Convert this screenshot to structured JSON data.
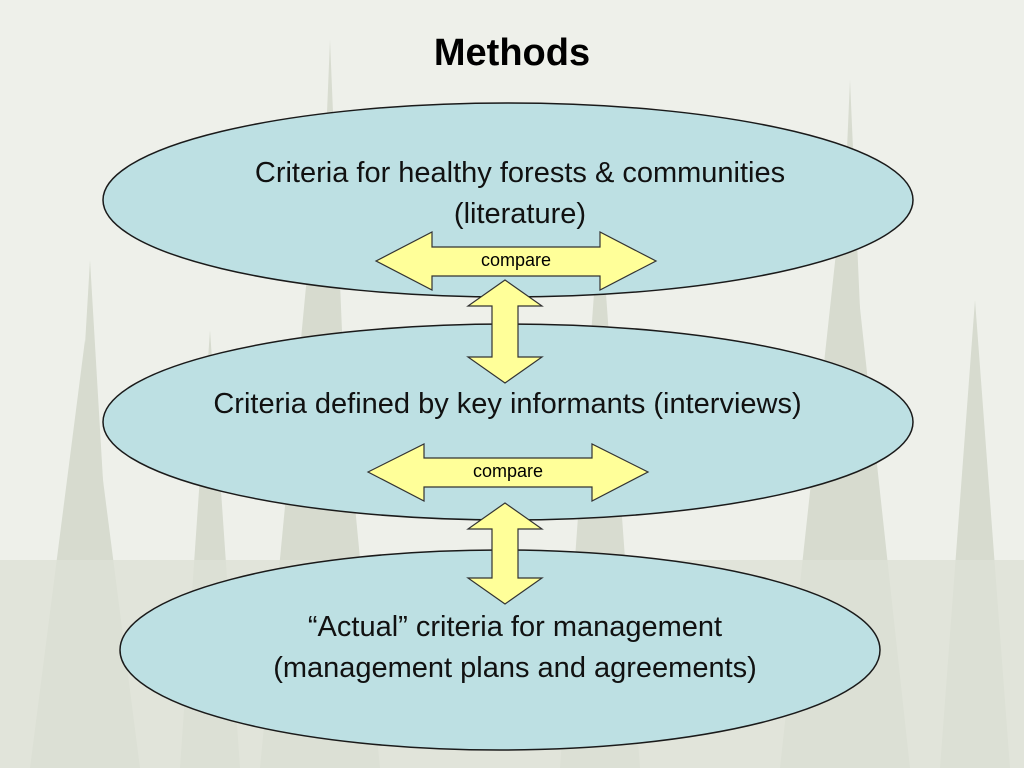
{
  "slide": {
    "title": "Methods"
  },
  "ovals": [
    {
      "lines": [
        "Criteria for healthy forests & communities",
        "(literature)"
      ]
    },
    {
      "lines": [
        "Criteria defined by key informants (interviews)"
      ]
    },
    {
      "lines": [
        "“Actual” criteria for management",
        "(management plans and agreements)"
      ]
    }
  ],
  "arrows": [
    {
      "label": "compare"
    },
    {
      "label": "compare"
    }
  ],
  "colors": {
    "oval_fill": "#bde0e3",
    "oval_stroke": "#1a1a1a",
    "arrow_fill": "#ffff99",
    "arrow_stroke": "#333333",
    "background": "#eef0ea"
  }
}
